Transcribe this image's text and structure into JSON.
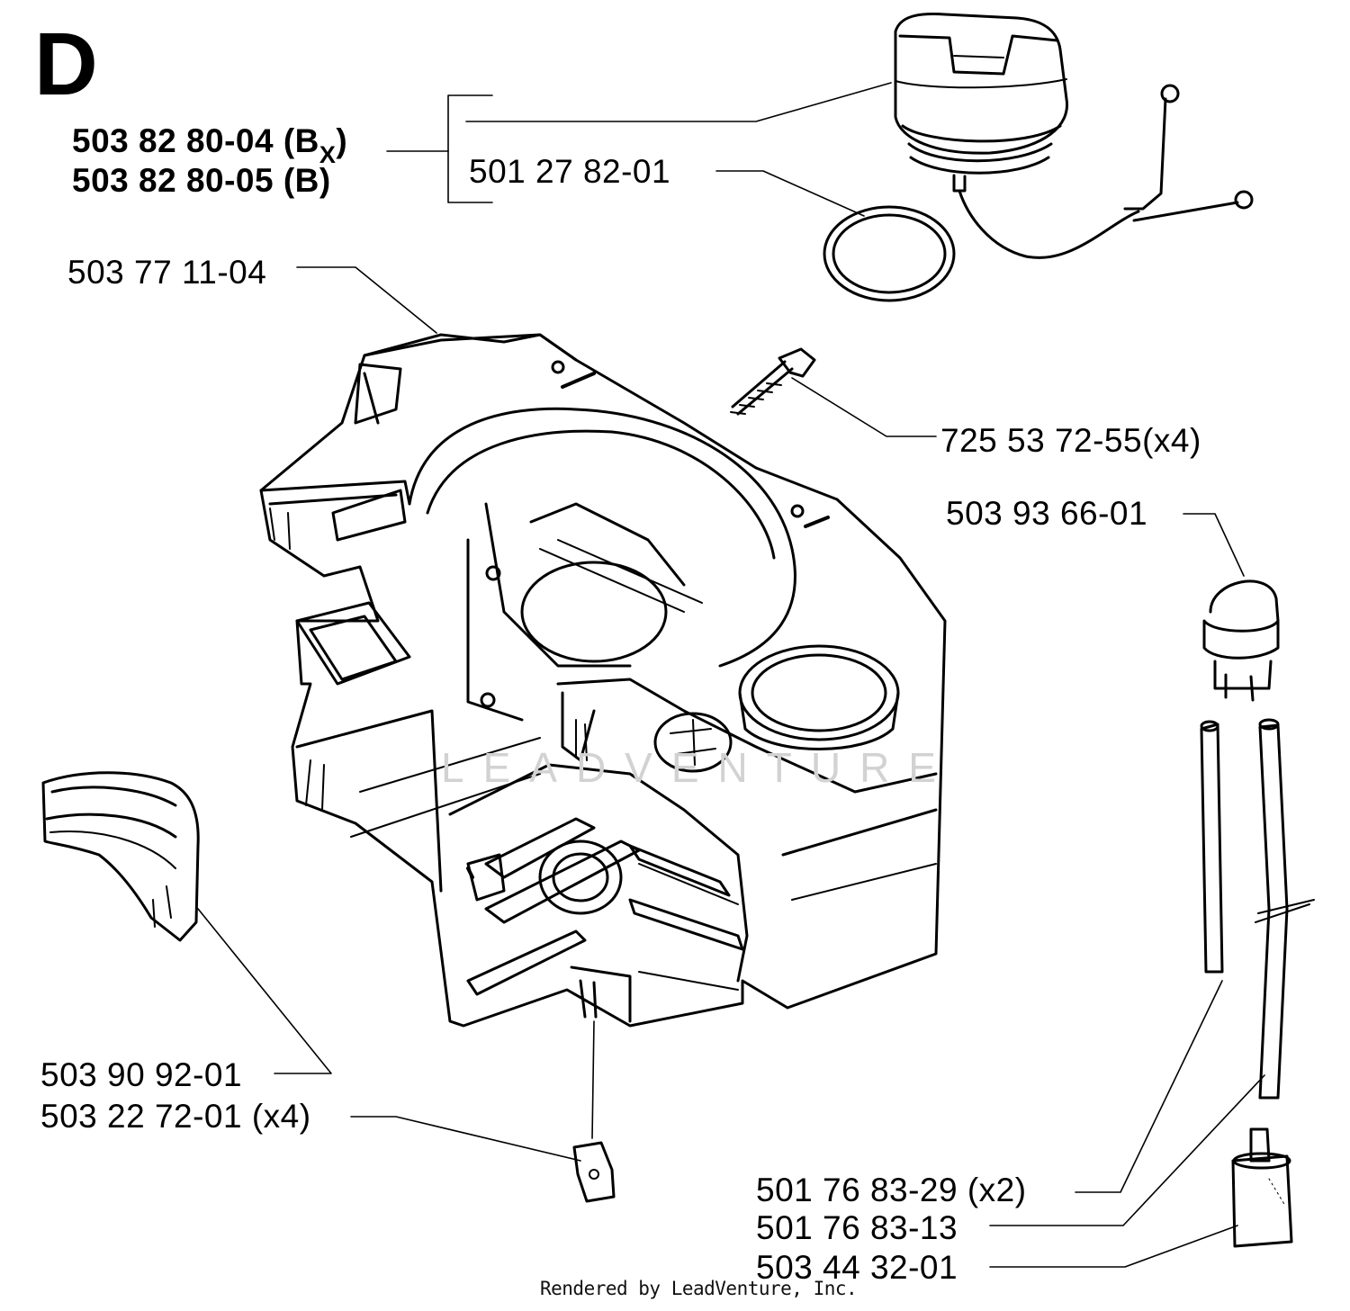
{
  "section_letter": "D",
  "watermark_text": "LEADVENTURE",
  "credit": "Rendered by LeadVenture, Inc.",
  "kit_numbers": {
    "line1": {
      "main": "503 82 80-04 (B",
      "sub": "X",
      "end": ")"
    },
    "line2": "503 82 80-05 (B)"
  },
  "part_labels": {
    "oil_cap": "501 27 82-01",
    "tank_body": "503 77 11-04",
    "screw": "725 53 72-55(x4)",
    "primer_bulb": "503 93 66-01",
    "guard": "503 90 92-01",
    "clip": "503 22 72-01 (x4)",
    "hose_pair": "501 76 83-29 (x2)",
    "hose_long": "501 76 83-13",
    "fuel_filter": "503 44 32-01"
  },
  "colors": {
    "line": "#000000",
    "background": "#ffffff",
    "watermark": "#d2d2d2"
  }
}
